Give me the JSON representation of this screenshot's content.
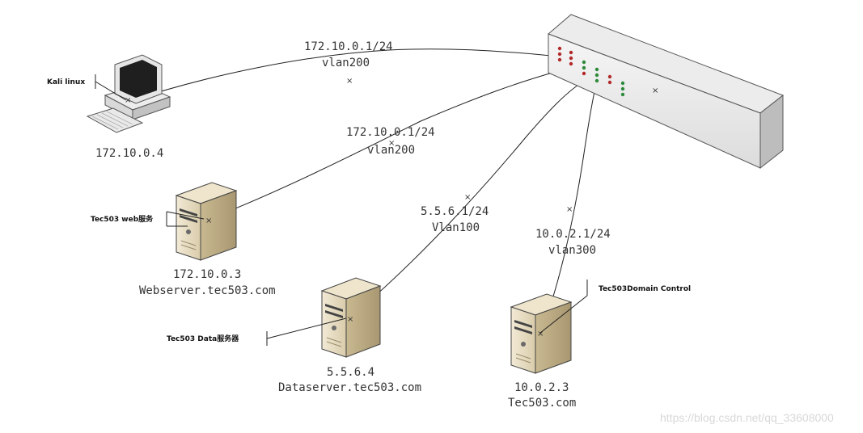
{
  "pc": {
    "callout": "Kali linux",
    "ip": "172.10.0.4"
  },
  "web_server": {
    "callout": "Tec503 web服务",
    "ip": "172.10.0.3",
    "hostname": "Webserver.tec503.com"
  },
  "data_server": {
    "callout": "Tec503 Data服务器",
    "ip": "5.5.6.4",
    "hostname": "Dataserver.tec503.com"
  },
  "domain_server": {
    "callout": "Tec503Domain Control",
    "ip": "10.0.2.3",
    "hostname": "Tec503.com"
  },
  "links": {
    "pc_link": {
      "gateway": "172.10.0.1/24",
      "vlan": "vlan200"
    },
    "web_link": {
      "gateway": "172.10.0.1/24",
      "vlan": "vlan200"
    },
    "data_link": {
      "gateway": "5.5.6.1/24",
      "vlan": "Vlan100"
    },
    "domain_link": {
      "gateway": "10.0.2.1/24",
      "vlan": "vlan300"
    }
  },
  "watermark": "https://blog.csdn.net/qq_33608000"
}
